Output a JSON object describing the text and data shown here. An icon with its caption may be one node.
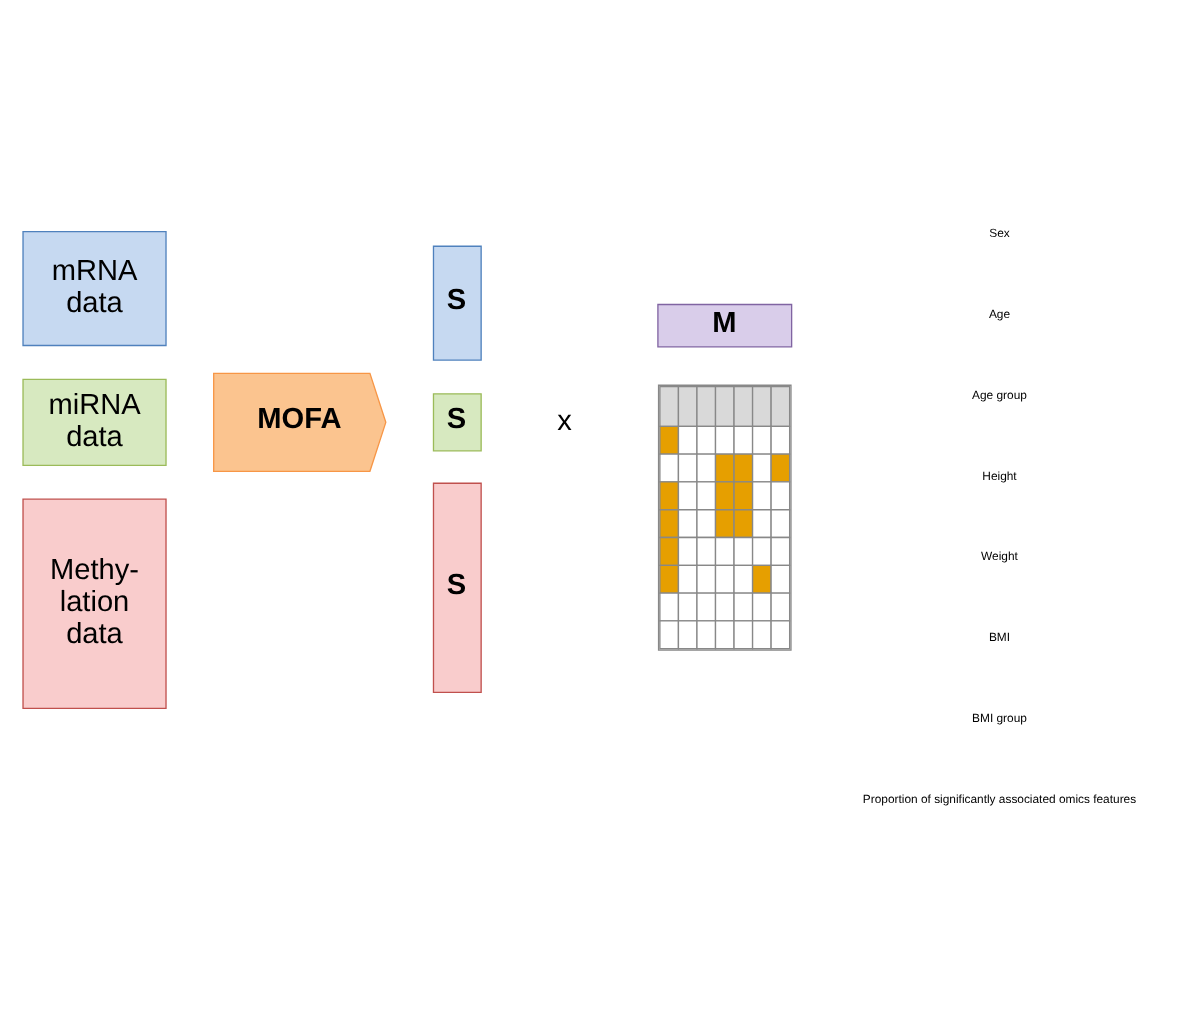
{
  "diagram": {
    "nodes": [
      {
        "text": [
          "mRNA data"
        ]
      },
      {
        "text": [
          "miRNA data"
        ]
      },
      {
        "text": [
          "Methy-lation data"
        ]
      },
      {
        "text": [
          "MOFA"
        ]
      },
      {
        "text": [
          "S"
        ]
      },
      {
        "text": [
          "S"
        ]
      },
      {
        "text": [
          "S"
        ]
      },
      {
        "text": [
          "M"
        ]
      },
      {
        "text": [],
        "shape": "picture"
      }
    ],
    "labels": [
      "x",
      "Sex",
      "Age",
      "Age group",
      "Height",
      "Weight",
      "BMI",
      "BMI group",
      "Proportion of significantly associated omics features"
    ]
  }
}
